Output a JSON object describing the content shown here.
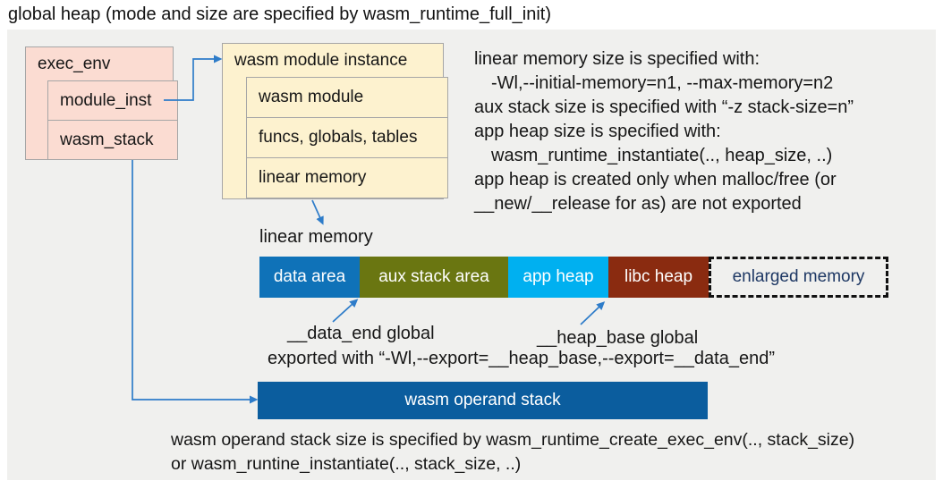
{
  "title": "global heap (mode and size are specified by wasm_runtime_full_init)",
  "exec_env": {
    "header": "exec_env",
    "rows": [
      "module_inst",
      "wasm_stack"
    ]
  },
  "module_instance": {
    "header": "wasm module instance",
    "rows": [
      "wasm module",
      "funcs, globals, tables",
      "linear memory"
    ]
  },
  "memory_notes": {
    "line1": "linear memory size is specified with:",
    "line2": "-Wl,--initial-memory=n1, --max-memory=n2",
    "line3": "aux stack size is specified with “-z stack-size=n”",
    "line4": "app heap size is specified with:",
    "line5": "wasm_runtime_instantiate(.., heap_size, ..)",
    "line6": "app heap is created only when malloc/free (or",
    "line7": "__new/__release for as) are not exported"
  },
  "linear_memory": {
    "label": "linear memory",
    "segments": [
      "data area",
      "aux stack area",
      "app heap",
      "libc heap",
      "enlarged memory"
    ],
    "data_end_label": "__data_end global",
    "heap_base_label": "__heap_base global",
    "export_note": "exported with “-Wl,--export=__heap_base,--export=__data_end”"
  },
  "operand_stack": {
    "label": "wasm operand stack",
    "note_line1": "wasm operand stack size is specified by wasm_runtime_create_exec_env(.., stack_size)",
    "note_line2": "or wasm_runtine_instantiate(.., stack_size, ..)"
  },
  "colors": {
    "panel_background": "#f0f0ee",
    "exec_env_fill": "#fbdcd2",
    "module_instance_fill": "#fdf2cf",
    "box_border": "#a6a6a6",
    "data_area": "#0f72b8",
    "aux_stack_area": "#6a7611",
    "app_heap": "#00b0f0",
    "libc_heap": "#8a2b10",
    "operand_stack": "#0b5d9e",
    "enlarged_memory_text": "#1e3864",
    "connector_blue": "#2e7cc9"
  }
}
